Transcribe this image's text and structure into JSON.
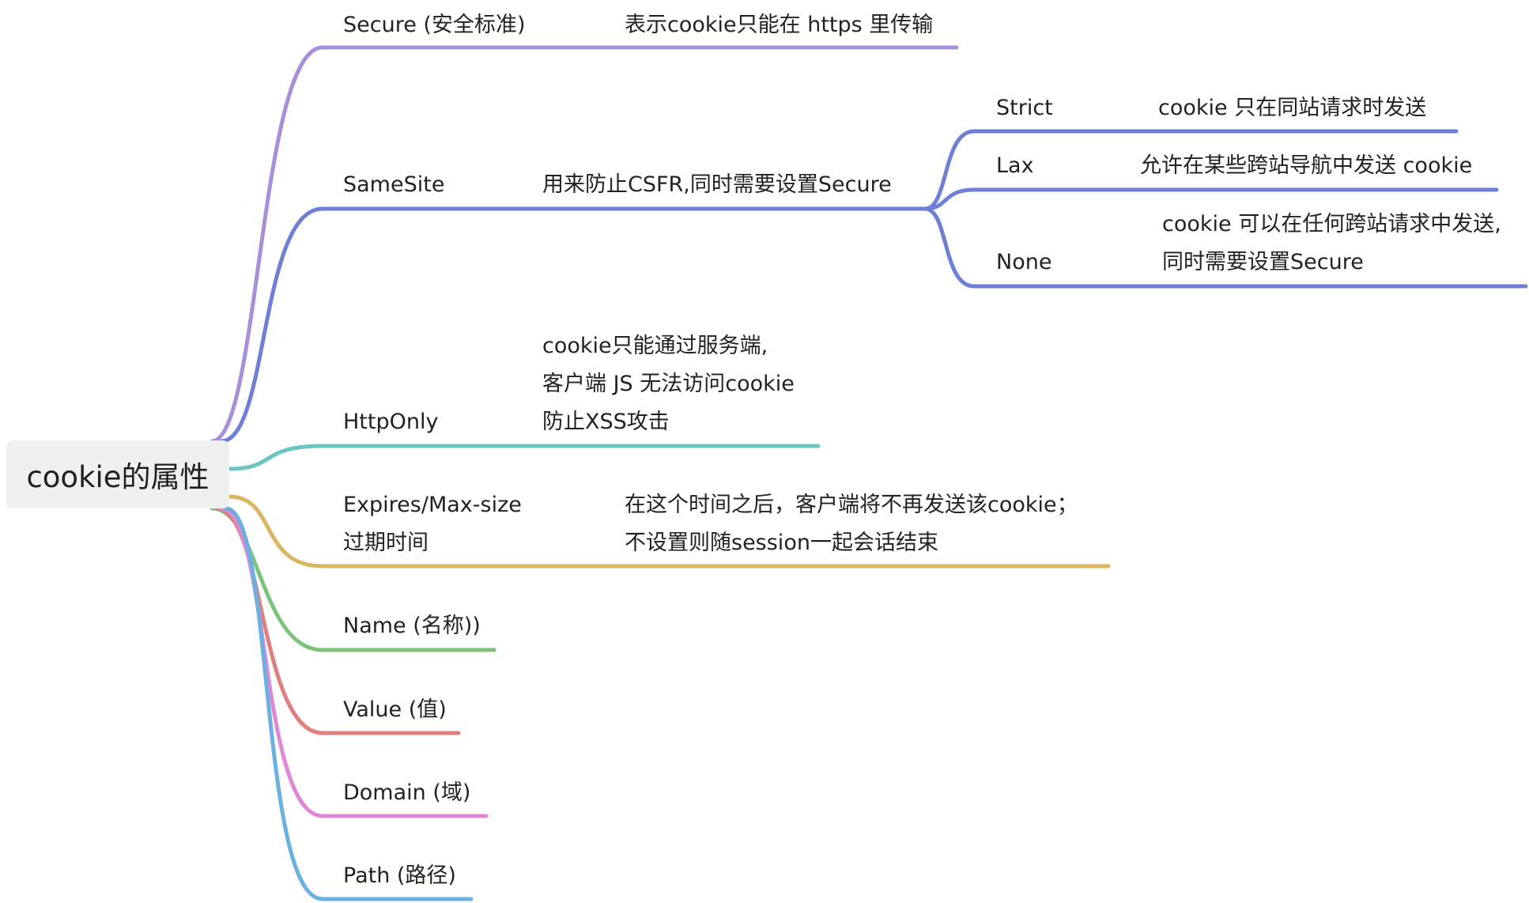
{
  "root": {
    "label": "cookie的属性"
  },
  "branches": [
    {
      "id": "secure",
      "color": "#a78fd9",
      "label": [
        "Secure (安全标准)"
      ],
      "desc": [
        "表示cookie只能在 https 里传输"
      ]
    },
    {
      "id": "samesite",
      "color": "#6f7fd6",
      "label": [
        "SameSite"
      ],
      "desc": [
        "用来防止CSFR,同时需要设置Secure"
      ],
      "children": [
        {
          "id": "strict",
          "label": [
            "Strict"
          ],
          "desc": [
            "cookie 只在同站请求时发送"
          ]
        },
        {
          "id": "lax",
          "label": [
            "Lax"
          ],
          "desc": [
            "允许在某些跨站导航中发送 cookie"
          ]
        },
        {
          "id": "none",
          "label": [
            "None"
          ],
          "desc": [
            "cookie 可以在任何跨站请求中发送,",
            "同时需要设置Secure"
          ]
        }
      ]
    },
    {
      "id": "httponly",
      "color": "#6cc4c4",
      "label": [
        "HttpOnly"
      ],
      "desc": [
        "cookie只能通过服务端,",
        "客户端 JS 无法访问cookie",
        "防止XSS攻击"
      ]
    },
    {
      "id": "expires",
      "color": "#d9b660",
      "label": [
        "Expires/Max-size",
        "过期时间"
      ],
      "desc": [
        "在这个时间之后，客户端将不再发送该cookie；",
        "不设置则随session一起会话结束"
      ]
    },
    {
      "id": "name",
      "color": "#7cc47c",
      "label": [
        "Name (名称))"
      ],
      "desc": []
    },
    {
      "id": "value",
      "color": "#e07f7f",
      "label": [
        "Value (值)"
      ],
      "desc": []
    },
    {
      "id": "domain",
      "color": "#e088d8",
      "label": [
        "Domain (域)"
      ],
      "desc": []
    },
    {
      "id": "path",
      "color": "#6ab0e0",
      "label": [
        "Path (路径)"
      ],
      "desc": []
    }
  ]
}
